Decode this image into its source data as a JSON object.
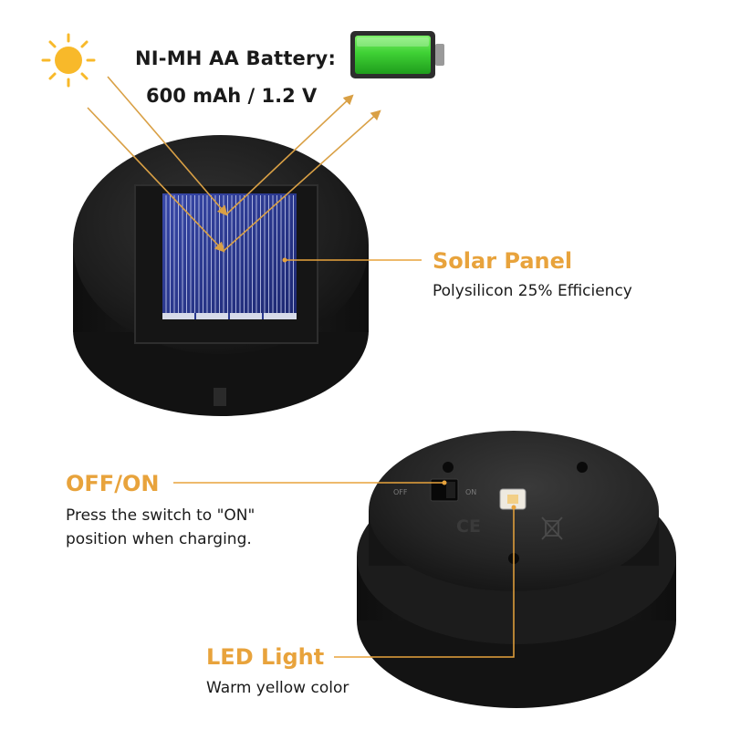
{
  "battery": {
    "title": "NI-MH AA Battery:",
    "spec": "600 mAh / 1.2 V",
    "charge_level": 1.0,
    "fill_color": "#3fd135",
    "icon": "battery-icon"
  },
  "solar_panel": {
    "title": "Solar Panel",
    "description": "Polysilicon 25% Efficiency",
    "icon": "sun-icon"
  },
  "switch": {
    "title": "OFF/ON",
    "description_line1": "Press the switch to \"ON\"",
    "description_line2": "position when charging.",
    "off_label": "OFF",
    "on_label": "ON"
  },
  "led": {
    "title": "LED Light",
    "description": "Warm yellow color"
  },
  "markings": {
    "ce": "CE"
  },
  "colors": {
    "accent": "#e8a33c",
    "sun": "#f8b92a",
    "text": "#1a1a1a",
    "body_dark": "#1e1e1e",
    "panel_blue": "#2b3a8f"
  }
}
